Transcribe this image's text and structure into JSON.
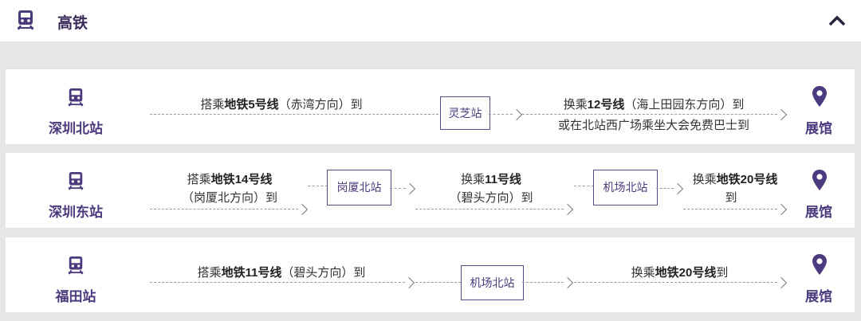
{
  "section": {
    "title": "高铁",
    "icon": "train-icon",
    "collapse_icon": "chevron-up-icon"
  },
  "destination": "展馆",
  "routes": [
    {
      "origin": "深圳北站",
      "steps": [
        {
          "pre": "搭乘",
          "bold": "地铁5号线",
          "post": "（赤湾方向）到"
        },
        {
          "station": "灵芝站"
        },
        {
          "pre": "换乘",
          "bold": "12号线",
          "post": "（海上田园东方向）到",
          "line2": "或在北站西广场乘坐大会免费巴士到"
        }
      ]
    },
    {
      "origin": "深圳东站",
      "steps": [
        {
          "pre": "搭乘",
          "bold": "地铁14号线",
          "line2": "（岗厦北方向）到"
        },
        {
          "station": "岗厦北站"
        },
        {
          "pre": "换乘",
          "bold": "11号线",
          "line2": "（碧头方向）到"
        },
        {
          "station": "机场北站"
        },
        {
          "pre": "换乘",
          "bold": "地铁20号线",
          "line2": "到"
        }
      ]
    },
    {
      "origin": "福田站",
      "steps": [
        {
          "pre": "搭乘",
          "bold": "地铁11号线",
          "post": "（碧头方向）到"
        },
        {
          "station": "机场北站"
        },
        {
          "pre": "换乘",
          "bold": "地铁20号线",
          "post": "到"
        }
      ]
    }
  ],
  "colors": {
    "accent": "#4b3a7d",
    "background": "#e6e6e6",
    "card": "#ffffff"
  }
}
